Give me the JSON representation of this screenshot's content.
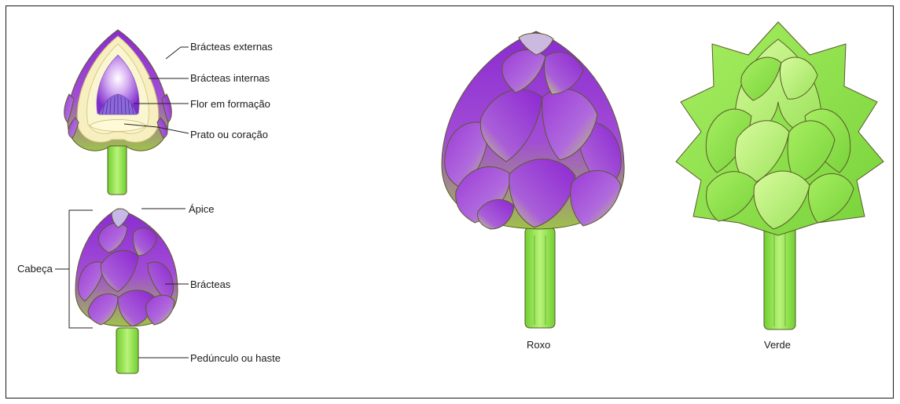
{
  "labels": {
    "bracteas_externas": "Brácteas externas",
    "bracteas_internas": "Brácteas internas",
    "flor_em_formacao": "Flor em formação",
    "prato_ou_coracao": "Prato ou coração",
    "apice": "Ápice",
    "cabeca": "Cabeça",
    "bracteas": "Brácteas",
    "pedunculo_ou_haste": "Pedúnculo ou haste",
    "roxo": "Roxo",
    "verde": "Verde"
  },
  "colors": {
    "purple": "#9b2fd4",
    "purple_light": "#c77ae8",
    "green": "#8fe34a",
    "green_light": "#c8f58a",
    "olive": "#a8b66a",
    "cream": "#fbf6c8",
    "frame": "#1a1a1a"
  }
}
